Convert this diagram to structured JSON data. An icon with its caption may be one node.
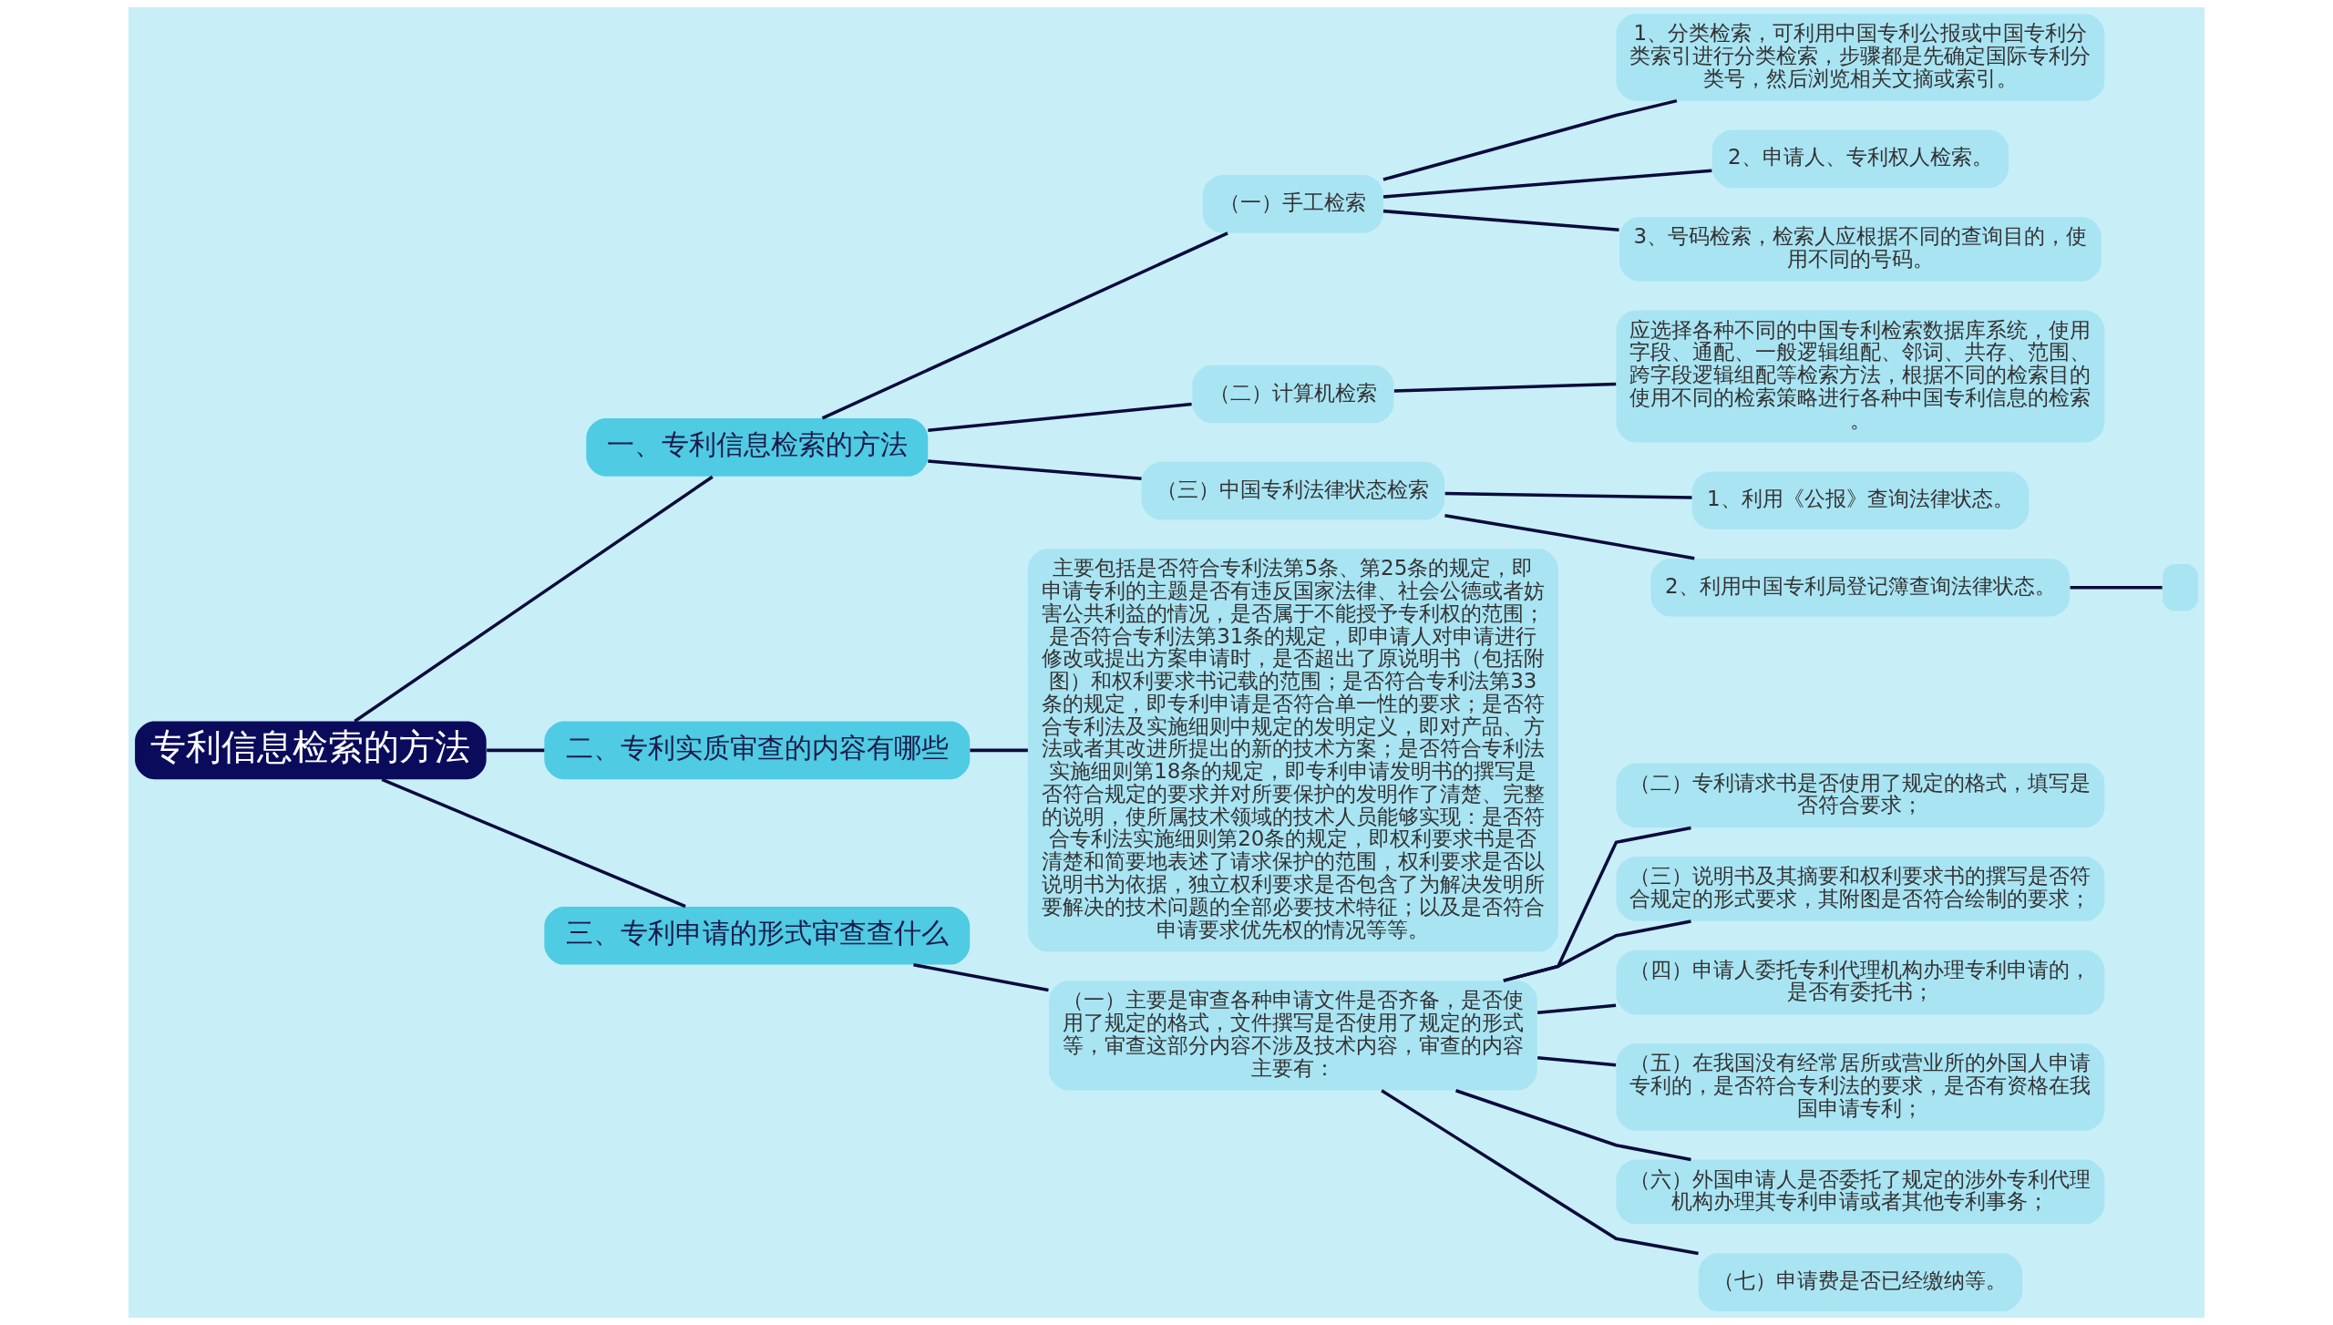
{
  "diagram": {
    "nodes": [
      {
        "text": [
          "专利信息检索的方法"
        ]
      },
      {
        "text": [
          "一、专利信息检索的方法"
        ]
      },
      {
        "text": [
          "（一）手工检索"
        ]
      },
      {
        "text": [
          "1、分类检索，可利用中国专利公报或中国专利分类索引进行分类检索，步骤都是先确定国际专利分类号，然后浏览相关文摘或索引。"
        ]
      },
      {
        "text": [
          "2、申请人、专利权人检索。"
        ]
      },
      {
        "text": [
          "3、号码检索，检索人应根据不同的查询目的，使用不同的号码。"
        ]
      },
      {
        "text": [
          "（二）计算机检索"
        ]
      },
      {
        "text": [
          "应选择各种不同的中国专利检索数据库系统，使用字段、通配、一般逻辑组配、邻词、共存、范围、跨字段逻辑组配等检索方法，根据不同的检索目的使用不同的检索策略进行各种中国专利信息的检索。"
        ]
      },
      {
        "text": [
          "（三）中国专利法律状态检索"
        ]
      },
      {
        "text": [
          "1、利用《公报》查询法律状态。"
        ]
      },
      {
        "text": [
          "2、利用中国专利局登记簿查询法律状态。"
        ]
      },
      {
        "text": [],
        "shape": "box"
      },
      {
        "text": [
          "二、专利实质审查的内容有哪些"
        ]
      },
      {
        "text": [
          "主要包括是否符合专利法第5条、第25条的规定，即申请专利的主题是否有违反国家法律、社会公德或者妨害公共利益的情况，是否属于不能授予专利权的范围；是否符合专利法第31条的规定，即申请人对申请进行修改或提出方案申请时，是否超出了原说明书（包括附图）和权利要求书记载的范围；是否符合专利法第33条的规定，即专利申请是否符合单一性的要求；是否符合专利法及实施细则中规定的发明定义，即对产品、方法或者其改进所提出的新的技术方案；是否符合专利法实施细则第18条的规定，即专利申请发明书的撰写是否符合规定的要求并对所要保护的发明作了清楚、完整的说明，使所属技术领域的技术人员能够实现：是否符合专利法实施细则第20条的规定，即权利要求书是否清楚和简要地表述了请求保护的范围，权利要求是否以说明书为依据，独立权利要求是否包含了为解决发明所要解决的技术问题的全部必要技术特征；以及是否符合申请要求优先权的情况等等。"
        ]
      },
      {
        "text": [
          "三、专利申请的形式审查查什么"
        ]
      },
      {
        "text": [
          "（一）主要是审查各种申请文件是否齐备，是否使用了规定的格式，文件撰写是否使用了规定的形式等，审查这部分内容不涉及技术内容，审查的内容主要有："
        ]
      },
      {
        "text": [
          "（二）专利请求书是否使用了规定的格式，填写是否符合要求；"
        ]
      },
      {
        "text": [
          "（三）说明书及其摘要和权利要求书的撰写是否符合规定的形式要求，其附图是否符合绘制的要求；"
        ]
      },
      {
        "text": [
          "（四）申请人委托专利代理机构办理专利申请的，是否有委托书；"
        ]
      },
      {
        "text": [
          "（五）在我国没有经常居所或营业所的外国人申请专利的，是否符合专利法的要求，是否有资格在我国申请专利；"
        ]
      },
      {
        "text": [
          "（六）外国申请人是否委托了规定的涉外专利代理机构办理其专利申请或者其他专利事务；"
        ]
      },
      {
        "text": [
          "（七）申请费是否已经缴纳等。"
        ]
      }
    ],
    "edges": [
      {
        "from": 0,
        "to": 1,
        "arrow": "none"
      },
      {
        "from": 1,
        "to": 2,
        "arrow": "none"
      },
      {
        "from": 2,
        "to": 3,
        "arrow": "none"
      },
      {
        "from": 2,
        "to": 4,
        "arrow": "none"
      },
      {
        "from": 2,
        "to": 5,
        "arrow": "none"
      },
      {
        "from": 1,
        "to": 6,
        "arrow": "none"
      },
      {
        "from": 6,
        "to": 7,
        "arrow": "none"
      },
      {
        "from": 1,
        "to": 8,
        "arrow": "none"
      },
      {
        "from": 8,
        "to": 9,
        "arrow": "none"
      },
      {
        "from": 8,
        "to": 10,
        "arrow": "none"
      },
      {
        "from": 10,
        "to": 11,
        "arrow": "none"
      },
      {
        "from": 0,
        "to": 12,
        "arrow": "none"
      },
      {
        "from": 12,
        "to": 13,
        "arrow": "none"
      },
      {
        "from": 0,
        "to": 14,
        "arrow": "none"
      },
      {
        "from": 14,
        "to": 15,
        "arrow": "none"
      },
      {
        "from": 15,
        "to": 16,
        "arrow": "none"
      },
      {
        "from": 15,
        "to": 17,
        "arrow": "none"
      },
      {
        "from": 15,
        "to": 18,
        "arrow": "none"
      },
      {
        "from": 15,
        "to": 19,
        "arrow": "none"
      },
      {
        "from": 15,
        "to": 20,
        "arrow": "none"
      },
      {
        "from": 15,
        "to": 21,
        "arrow": "none"
      }
    ]
  }
}
